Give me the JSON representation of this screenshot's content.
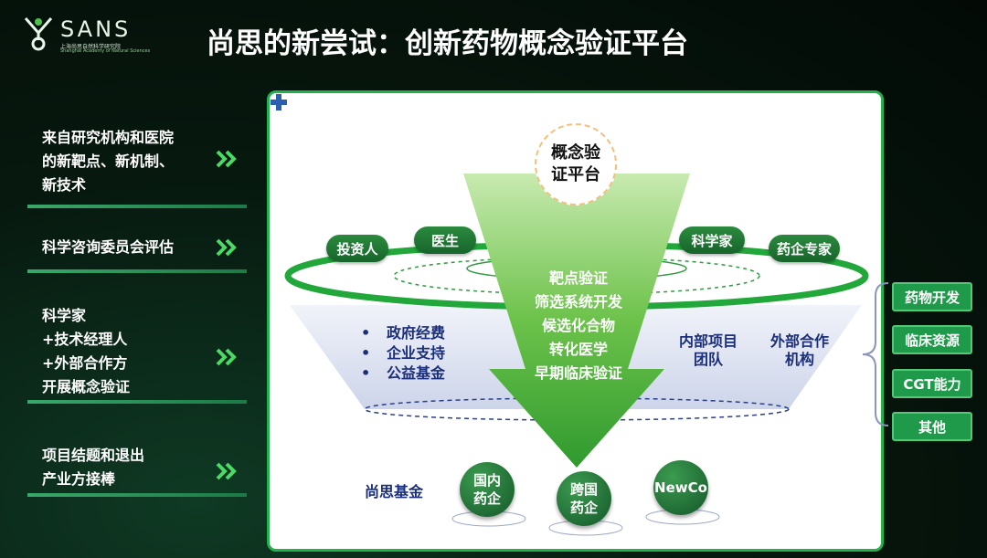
{
  "logo": {
    "text": "SANS",
    "subtitle_cn": "上海尚思自然科学研究院",
    "subtitle_en": "Shanghai Academy of Natural Sciences"
  },
  "title": "尚思的新尝试：创新药物概念验证平台",
  "left_steps": [
    {
      "text": "来自研究机构和医院\n的新靶点、新机制、\n新技术"
    },
    {
      "text": "科学咨询委员会评估"
    },
    {
      "text": "科学家\n+技术经理人\n+外部合作方\n开展概念验证"
    },
    {
      "text": "项目结题和退出\n产业方接棒"
    }
  ],
  "center": {
    "label": "概念验\n证平台"
  },
  "participants": {
    "investor": "投资人",
    "doctor": "医生",
    "scientist": "科学家",
    "pharma_expert": "药企专家"
  },
  "funnel_steps": [
    "靶点验证",
    "筛选系统开发",
    "候选化合物",
    "转化医学",
    "早期临床验证"
  ],
  "funding": [
    "政府经费",
    "企业支持",
    "公益基金"
  ],
  "teams": {
    "internal": "内部项目\n团队",
    "external": "外部合作\n机构"
  },
  "exits": {
    "fund_label": "尚思基金",
    "domestic": "国内\n药企",
    "multinational": "跨国\n药企",
    "newco": "NewCo"
  },
  "capabilities": [
    "药物开发",
    "临床资源",
    "CGT能力",
    "其他"
  ],
  "colors": {
    "accent": "#22b14c",
    "dark_green": "#17652b",
    "navy": "#1a2e7a"
  }
}
